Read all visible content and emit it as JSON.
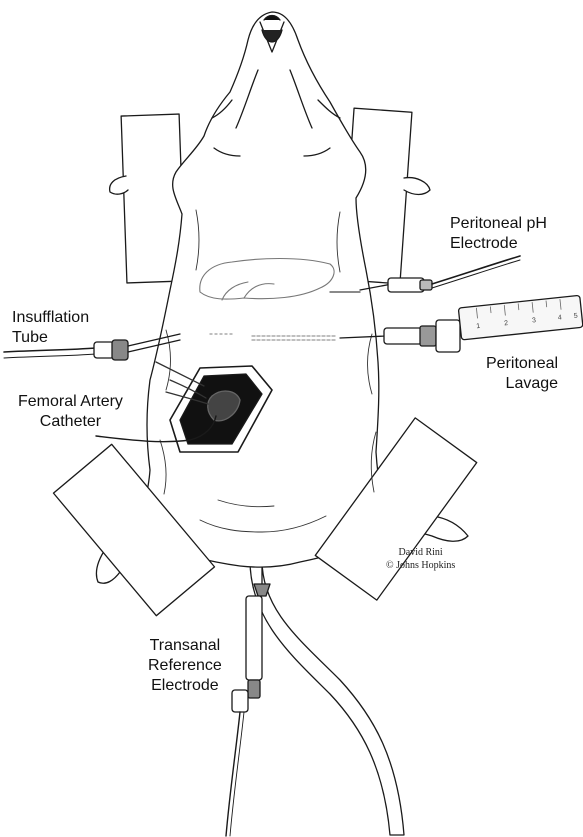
{
  "labels": {
    "peritoneal_ph": [
      "Peritoneal pH",
      "Electrode"
    ],
    "insufflation": [
      "Insufflation",
      "Tube"
    ],
    "lavage": [
      "Peritoneal",
      "Lavage"
    ],
    "femoral": [
      "Femoral Artery",
      "Catheter"
    ],
    "transanal": [
      "Transanal",
      "Reference",
      "Electrode"
    ]
  },
  "credit": [
    "David Rini",
    "© Johns Hopkins"
  ],
  "syringe_scale": [
    "1",
    "2",
    "3",
    "4",
    "5"
  ]
}
